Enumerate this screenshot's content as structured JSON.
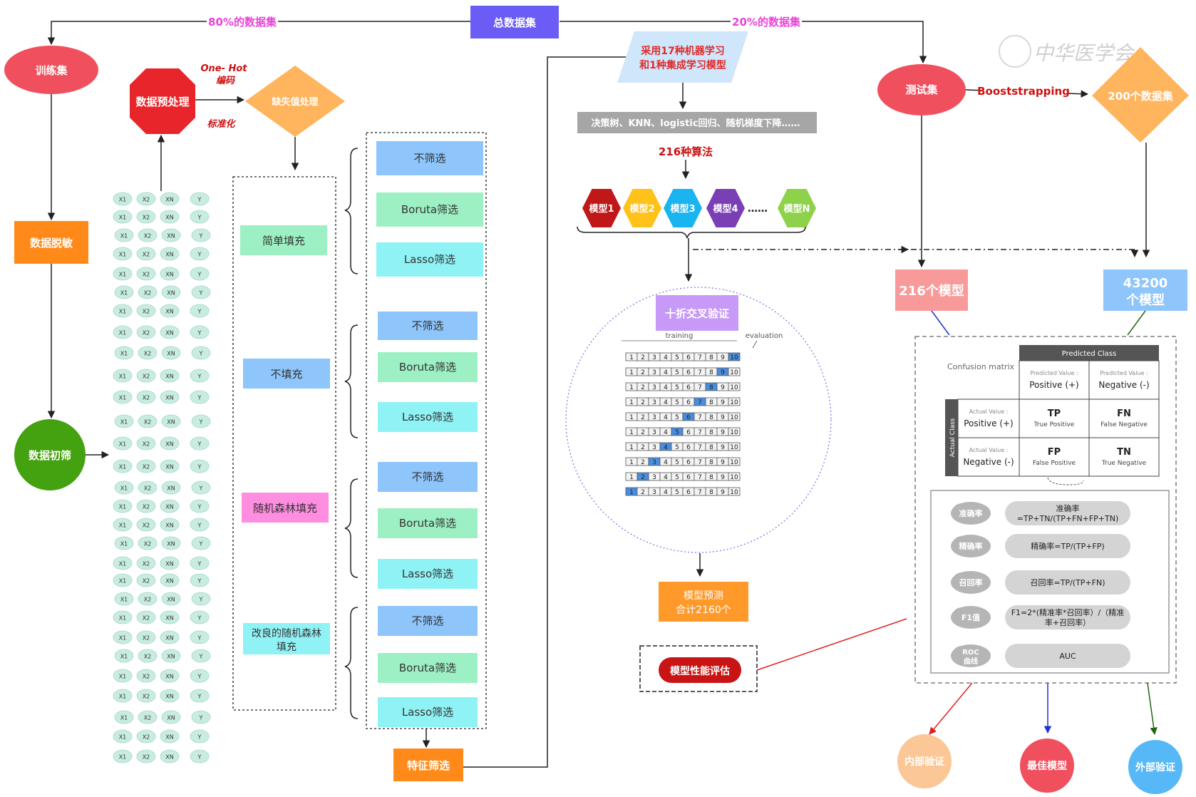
{
  "top": {
    "total_dataset": "总数据集",
    "split_80": "80%的数据集",
    "split_20": "20%的数据集"
  },
  "left": {
    "train_set": "训练集",
    "desensitize": "数据脱敏",
    "initial_screen": "数据初筛",
    "preprocess": "数据预处理",
    "onehot": "One- Hot",
    "encoding": "编码",
    "standardize": "标准化",
    "missing": "缺失值处理",
    "feature_select": "特征筛选"
  },
  "matrix": {
    "x1": "X1",
    "x2": "X2",
    "xn": "XN",
    "y": "Y"
  },
  "imputation": [
    "简单填充",
    "不填充",
    "随机森林填充",
    "改良的随机森林",
    "填充"
  ],
  "filters": [
    "不筛选",
    "Boruta筛选",
    "Lasso筛选",
    "不筛选",
    "Boruta筛选",
    "Lasso筛选",
    "不筛选",
    "Boruta筛选",
    "Lasso筛选",
    "不筛选",
    "Boruta筛选",
    "Lasso筛选"
  ],
  "middle": {
    "ml_line1": "采用17种机器学习",
    "ml_line2": "和1种集成学习模型",
    "algorithms": "决策树、KNN、logistic回归、随机梯度下降……",
    "algo_count": "216种算法",
    "models": [
      "模型1",
      "模型2",
      "模型3",
      "模型4",
      "模型N"
    ],
    "ellipsis": "……",
    "cv": "十折交叉验证",
    "training": "training",
    "evaluation": "evaluation",
    "folds": [
      "1",
      "2",
      "3",
      "4",
      "5",
      "6",
      "7",
      "8",
      "9",
      "10"
    ],
    "predict_line1": "模型预测",
    "predict_line2": "合计2160个",
    "perf_eval": "模型性能评估"
  },
  "right": {
    "test_set": "测试集",
    "bootstrap": "Booststrapping",
    "datasets_200": "200个数据集",
    "models_216": "216个模型",
    "models_43200_line1": "43200",
    "models_43200_line2": "个模型",
    "internal": "内部验证",
    "best": "最佳模型",
    "external": "外部验证",
    "watermark": "中华医学会"
  },
  "confusion": {
    "title": "Confusion matrix",
    "predicted_class": "Predicted Class",
    "actual_class": "Actual Class",
    "pred_value": "Predicted Value :",
    "positive": "Positive (+)",
    "negative": "Negative (-)",
    "actual_value": "Actual Value :",
    "tp": "TP",
    "tp_full": "True Positive",
    "fn": "FN",
    "fn_full": "False Negative",
    "fp": "FP",
    "fp_full": "False Positive",
    "tn": "TN",
    "tn_full": "True Negative"
  },
  "metrics": [
    {
      "name": "准确率",
      "formula1": "准确率",
      "formula2": "=TP+TN/(TP+FN+FP+TN)"
    },
    {
      "name": "精确率",
      "formula1": "精确率=TP/(TP+FP)",
      "formula2": ""
    },
    {
      "name": "召回率",
      "formula1": "召回率=TP/(TP+FN)",
      "formula2": ""
    },
    {
      "name": "F1值",
      "formula1": "F1=2*(精准率*召回率）/（精准",
      "formula2": "率+召回率）"
    },
    {
      "name1": "ROC",
      "name2": "曲线",
      "formula1": "AUC",
      "formula2": ""
    }
  ],
  "colors": {
    "red_ellipse": "#f0505e",
    "orange": "#ff8a1a",
    "green": "#44a10f",
    "purple_box": "#6b5cf5",
    "diamond": "#ffb45e",
    "blue_btn": "#8ec5fb",
    "green_btn": "#9df0c3",
    "cyan_btn": "#8ff2f5",
    "pink_btn": "#ff8de0"
  }
}
